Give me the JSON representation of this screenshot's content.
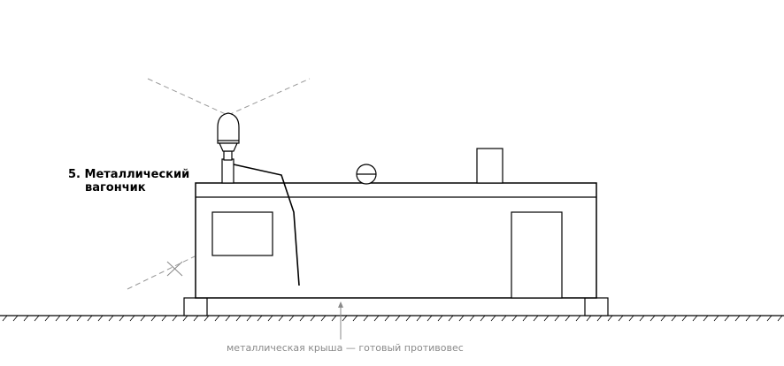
{
  "figure": {
    "title_line1": "5. Металлический",
    "title_line2": "вагончик",
    "caption": "металлическая крыша — готовый противовес"
  },
  "colors": {
    "line": "#000000",
    "dashed": "#9a9a9a",
    "caption": "#8a8a8a"
  },
  "icons": [
    "antenna-icon",
    "cross-mark-icon",
    "ground-hatch"
  ]
}
